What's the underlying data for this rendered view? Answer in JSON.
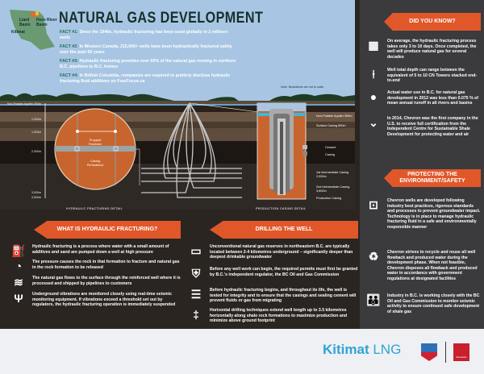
{
  "header": {
    "title": "NATURAL GAS DEVELOPMENT",
    "map_labels": [
      "Liard Basin",
      "Horn River Basin",
      "Kitimat"
    ],
    "facts": [
      {
        "label": "FACT #1:",
        "text": "Since the 1940s, hydraulic fracturing has been used globally in 2 million+ wells"
      },
      {
        "label": "FACT #2:",
        "text": "In Western Canada, 215,000+ wells have been hydraulically fractured safely over the past 60 years"
      },
      {
        "label": "FACT #3:",
        "text": "Hydraulic fracturing provides over 60% of the natural gas moving in northern B.C. pipelines to B.C. homes"
      },
      {
        "label": "FACT #4:",
        "text": "In British Columbia, companies are required to publicly disclose hydraulic fracturing fluid additives on FracFocus.ca"
      }
    ]
  },
  "diagram": {
    "note": "Note: Illustrations are not to scale",
    "depths": [
      "Non-Potable Aquifer 300m",
      "1,000m",
      "1,500m",
      "2,000m",
      "3,000m",
      "3,500m"
    ],
    "fracture_labels": [
      "Propped Fractures",
      "Casing Perforations"
    ],
    "casing_labels": [
      "Non-Potable Aquifer 300m",
      "Surface Casing 600m",
      "1st Intermediate Casing 2,000m",
      "2nd Intermediate Casing 3,600m",
      "Production Casing"
    ],
    "legend": [
      "Cement",
      "Casing"
    ],
    "captions": [
      "HYDRAULIC FRACTURING DETAIL",
      "PRODUCTION CASING DETAIL"
    ]
  },
  "hydraulic": {
    "title": "WHAT IS HYDRAULIC FRACTURING?",
    "items": [
      {
        "icon": "pump-icon",
        "text": "Hydraulic fracturing is a process where water with a small amount of additives and sand are pumped down a well at high pressure"
      },
      {
        "icon": "gauge-icon",
        "text": "The pressure causes the rock in that formation to fracture and natural gas in the rock formation to be released"
      },
      {
        "icon": "gas-flow-icon",
        "text": "The natural gas flows to the surface through the reinforced well where it is processed and shipped by pipelines to customers"
      },
      {
        "icon": "seismic-icon",
        "text": "Underground vibrations are monitored closely using real-time seismic monitoring equipment. If vibrations exceed a threshold set out by regulators, the hydraulic fracturing operation is immediately suspended"
      }
    ]
  },
  "drilling": {
    "title": "DRILLING THE WELL",
    "items": [
      {
        "icon": "sign-icon",
        "text": "Unconventional natural gas reserves in northeastern B.C. are typically located between 2-4 kilometres underground – significantly deeper than deepest drinkable groundwater"
      },
      {
        "icon": "shield-check-icon",
        "text": "Before any well work can begin, the required permits must first be granted by B.C.'s independent regulator, the BC Oil and Gas Commission"
      },
      {
        "icon": "checklist-icon",
        "text": "Before hydraulic fracturing begins, and throughout its life, the well is tested for integrity and to ensure that the casings and sealing cement will prevent fluids or gas from migrating"
      },
      {
        "icon": "drill-icon",
        "text": "Horizontal drilling techniques extend well length up to 3.5 kilometres horizontally along shale rock formations to maximize production and minimize above ground footprint"
      }
    ]
  },
  "did_you_know": {
    "title": "DID YOU KNOW?",
    "items": [
      {
        "icon": "calendar-icon",
        "text": "On average, the hydraulic fracturing process takes only 3 to 10 days. Once completed, the well will produce natural gas for several decades"
      },
      {
        "icon": "cn-tower-icon",
        "text": "Well total depth can range between the equivalent of 5 to 10 CN Towers stacked end-to-end"
      },
      {
        "icon": "water-icon",
        "text": "Actual water use in B.C. for natural gas development in 2012 was less than 0.075 % of mean annual runoff in all rivers and basins"
      },
      {
        "icon": "chevron-logo-icon",
        "text": "In 2014, Chevron was the first company in the U.S. to receive full certification from the Independent Centre for Sustainable Shale Development for protecting water and air"
      }
    ]
  },
  "environment": {
    "title": "PROTECTING THE ENVIRONMENT/SAFETY",
    "items": [
      {
        "icon": "wellhead-icon",
        "text": "Chevron wells are developed following industry best practices, rigorous standards and processes to prevent groundwater impact. Technology is in place to manage hydraulic fracturing fluid in a safe and environmentally responsible manner"
      },
      {
        "icon": "recycle-icon",
        "text": "Chevron strives to recycle and reuse all well flowback and produced water during the development phase. When not feasible, Chevron disposes all flowback and produced water in accordance with government regulations at designated facilities"
      },
      {
        "icon": "people-icon",
        "text": "Industry in B.C. is working closely with the BC Oil and Gas Commission to monitor seismic activity to ensure continued safe development of shale gas"
      }
    ]
  },
  "footer": {
    "brand_bold": "Kitimat",
    "brand_light": " LNG",
    "chevron": "Chevron",
    "woodside": "Woodside"
  },
  "colors": {
    "accent": "#e0572a",
    "sky": "#a8c6e3",
    "panel": "#3b3b3d",
    "brand": "#2fa3d6"
  }
}
